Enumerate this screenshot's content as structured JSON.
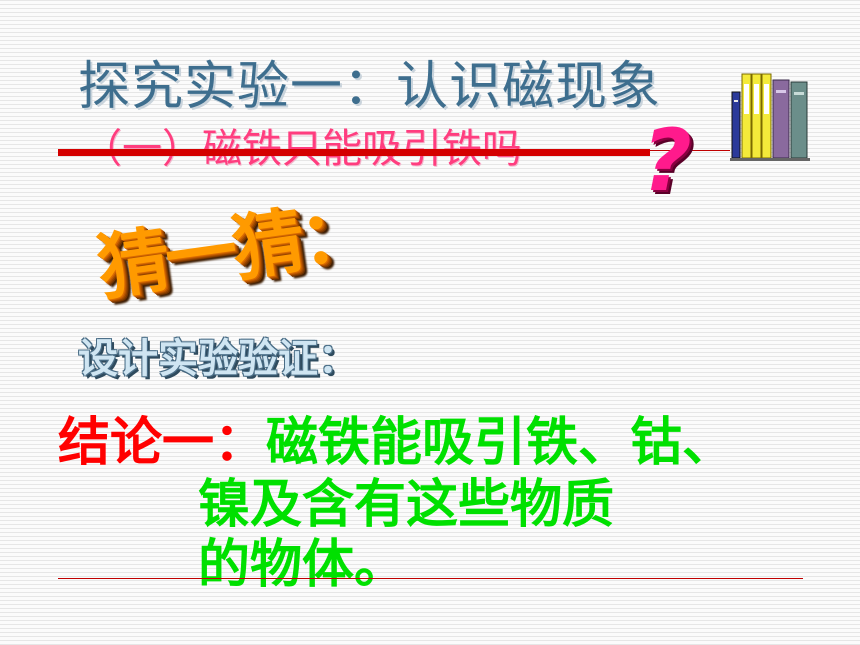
{
  "title": "探究实验一：认识磁现象",
  "subtitle": "（一）磁铁只能吸引铁吗",
  "question_mark": "?",
  "guess_text": "猜一猜：",
  "design_text": "设计实验验证：",
  "conclusion": {
    "label": "结论一：",
    "line1": "磁铁能吸引铁、钴、",
    "line2": "镍及含有这些物质",
    "line3": "的物体。"
  },
  "colors": {
    "title": "#3e6e8e",
    "subtitle": "#ff3d7f",
    "accent_red": "#d40000",
    "guess_orange": "#ff9a00",
    "conclusion_label": "#ff0000",
    "conclusion_text": "#00e000"
  },
  "icons": {
    "books": "books-icon",
    "question": "question-mark-icon"
  }
}
